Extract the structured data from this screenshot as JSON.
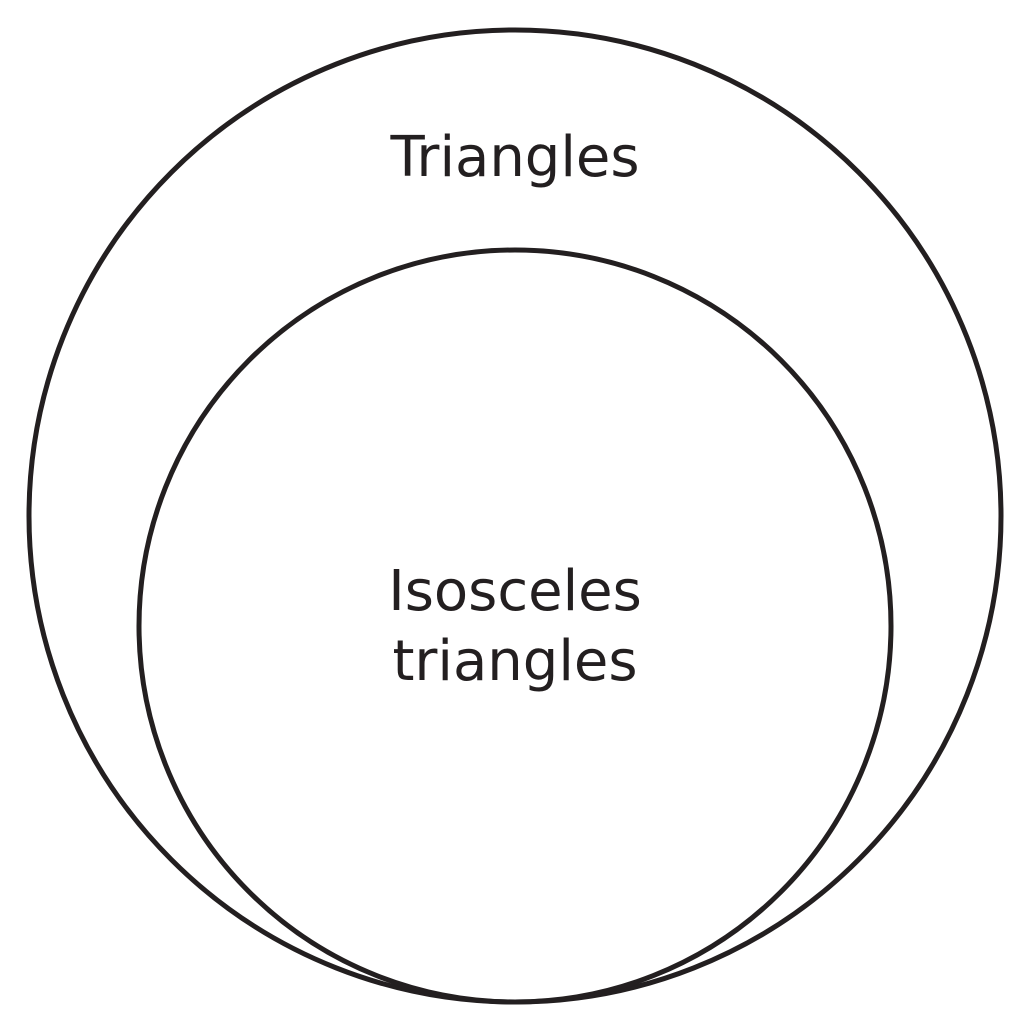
{
  "colors": {
    "stroke": "#231f20",
    "text": "#231f20",
    "background": "#ffffff"
  },
  "outer_set": {
    "label": "Triangles"
  },
  "inner_set": {
    "label_line1": "Isosceles",
    "label_line2": "triangles"
  }
}
